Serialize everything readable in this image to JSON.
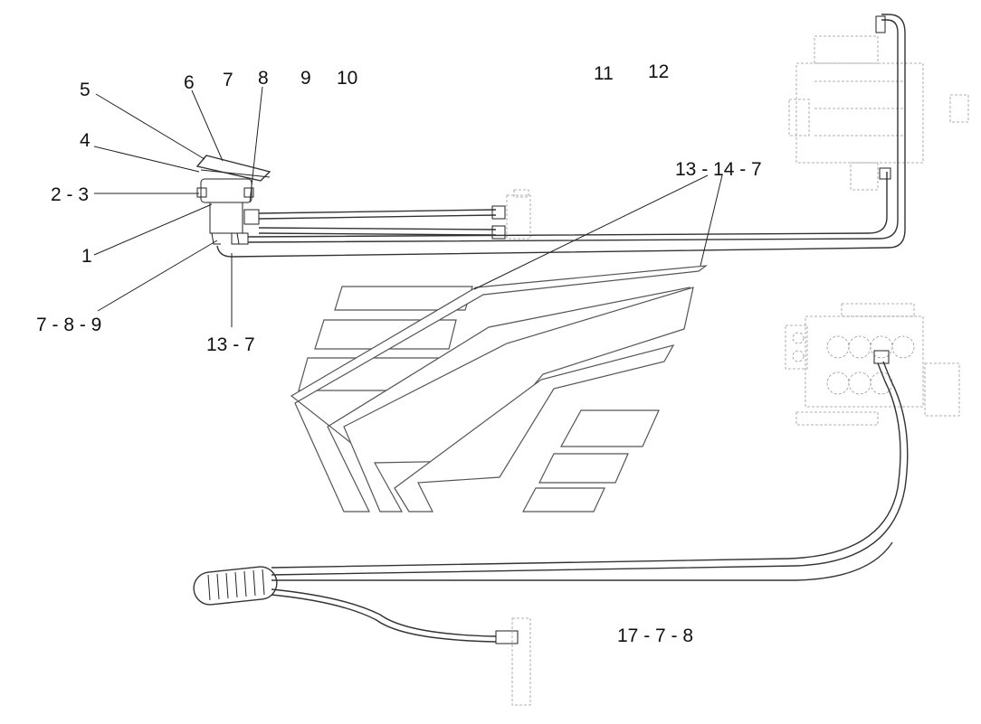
{
  "labels": {
    "l5": "5",
    "l6": "6",
    "l7": "7",
    "l8": "8",
    "l9": "9",
    "l10": "10",
    "l11": "11",
    "l12": "12",
    "l4": "4",
    "l23": "2 - 3",
    "l1": "1",
    "l789": "7 - 8 - 9",
    "l137": "13 - 7",
    "l13147": "13 - 14 - 7",
    "l1778": "17 - 7 - 8"
  }
}
